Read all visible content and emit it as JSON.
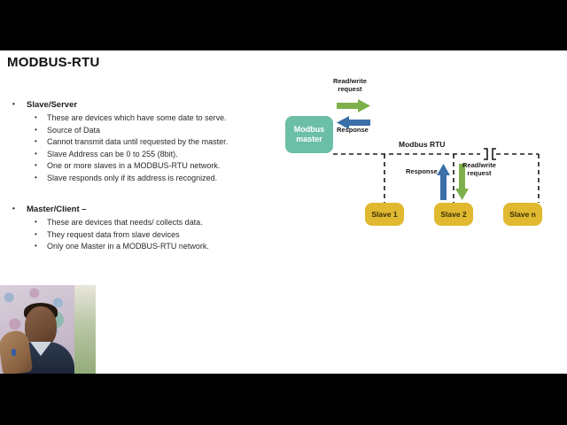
{
  "slide": {
    "title": "MODBUS-RTU",
    "sections": [
      {
        "heading": "Slave/Server",
        "items": [
          "These are devices which have some date to serve.",
          "Source of Data",
          "Cannot transmit data until requested by the master.",
          "Slave Address can be 0 to 255 (8bit).",
          "One or more slaves in a MODBUS-RTU network.",
          "Slave responds only if its address is recognized."
        ]
      },
      {
        "heading": "Master/Client –",
        "items": [
          "These are devices that needs/ collects data.",
          "They request data from slave devices",
          "Only one Master in a MODBUS-RTU network."
        ]
      }
    ]
  },
  "diagram": {
    "bus_label": "Modbus RTU",
    "master": {
      "line1": "Modbus",
      "line2": "master",
      "color": "#6cbfa7",
      "text_color": "#ffffff"
    },
    "slaves": [
      {
        "label": "Slave 1"
      },
      {
        "label": "Slave 2"
      },
      {
        "label": "Slave n"
      }
    ],
    "slave_color": "#e0b930",
    "arrows": {
      "master_request": {
        "line1": "Read/write",
        "line2": "request",
        "color": "#7db04a",
        "direction": "right"
      },
      "master_response": {
        "label": "Response",
        "color": "#3a6fa8",
        "direction": "left"
      },
      "slave_response": {
        "label": "Response",
        "color": "#3a6fa8",
        "direction": "up"
      },
      "slave_request": {
        "line1": "Read/write",
        "line2": "request",
        "color": "#7db04a",
        "direction": "down"
      }
    },
    "bus_style": "dashed",
    "bus_color": "#1a1a1a"
  },
  "webcam": {
    "present": true,
    "description": "presenter video overlay"
  }
}
